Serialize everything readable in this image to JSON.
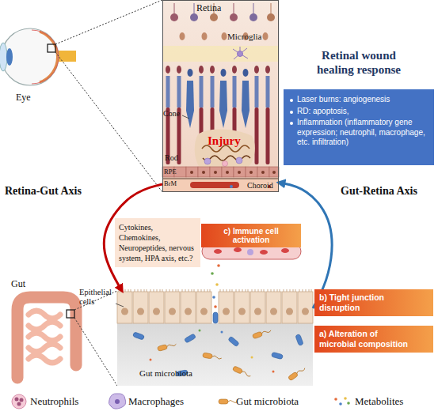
{
  "diagram": {
    "nodes": [
      {
        "text": [
          "Retina"
        ]
      },
      {
        "text": [
          "Retinal wound healing response",
          "Laser burns: angiogenesis",
          "RD: apoptosis,",
          "Inflammation (inflammatory gene expression; neutrophil, macrophage, etc. infiltration)"
        ]
      },
      {
        "text": [
          "Cytokines, Chemokines, Neuropeptides, nervous system, HPA axis, etc.?"
        ]
      },
      {
        "text": [
          "c) Immune cell activation"
        ]
      },
      {
        "text": [
          "Gut microbiota"
        ]
      },
      {
        "text": [
          "b) Tight junction disruption"
        ]
      },
      {
        "text": [
          "a) Alteration of microbial composition"
        ]
      }
    ],
    "edges": [
      {
        "from": 0,
        "to": 4,
        "arrow": "to",
        "label": "Retina-Gut Axis"
      },
      {
        "from": 4,
        "to": 0,
        "arrow": "to",
        "label": "Gut-Retina Axis"
      }
    ],
    "labels": [
      "Microglia",
      "Cone",
      "Rod",
      "Injury",
      "RPE",
      "BrM",
      "Choroid",
      "Eye",
      "Gut",
      "Epithelial cells"
    ],
    "legend": [
      {
        "text": "Neutrophils"
      },
      {
        "text": "Macrophages"
      },
      {
        "text": "Gut microbiota"
      },
      {
        "text": "Metabolites"
      }
    ]
  }
}
